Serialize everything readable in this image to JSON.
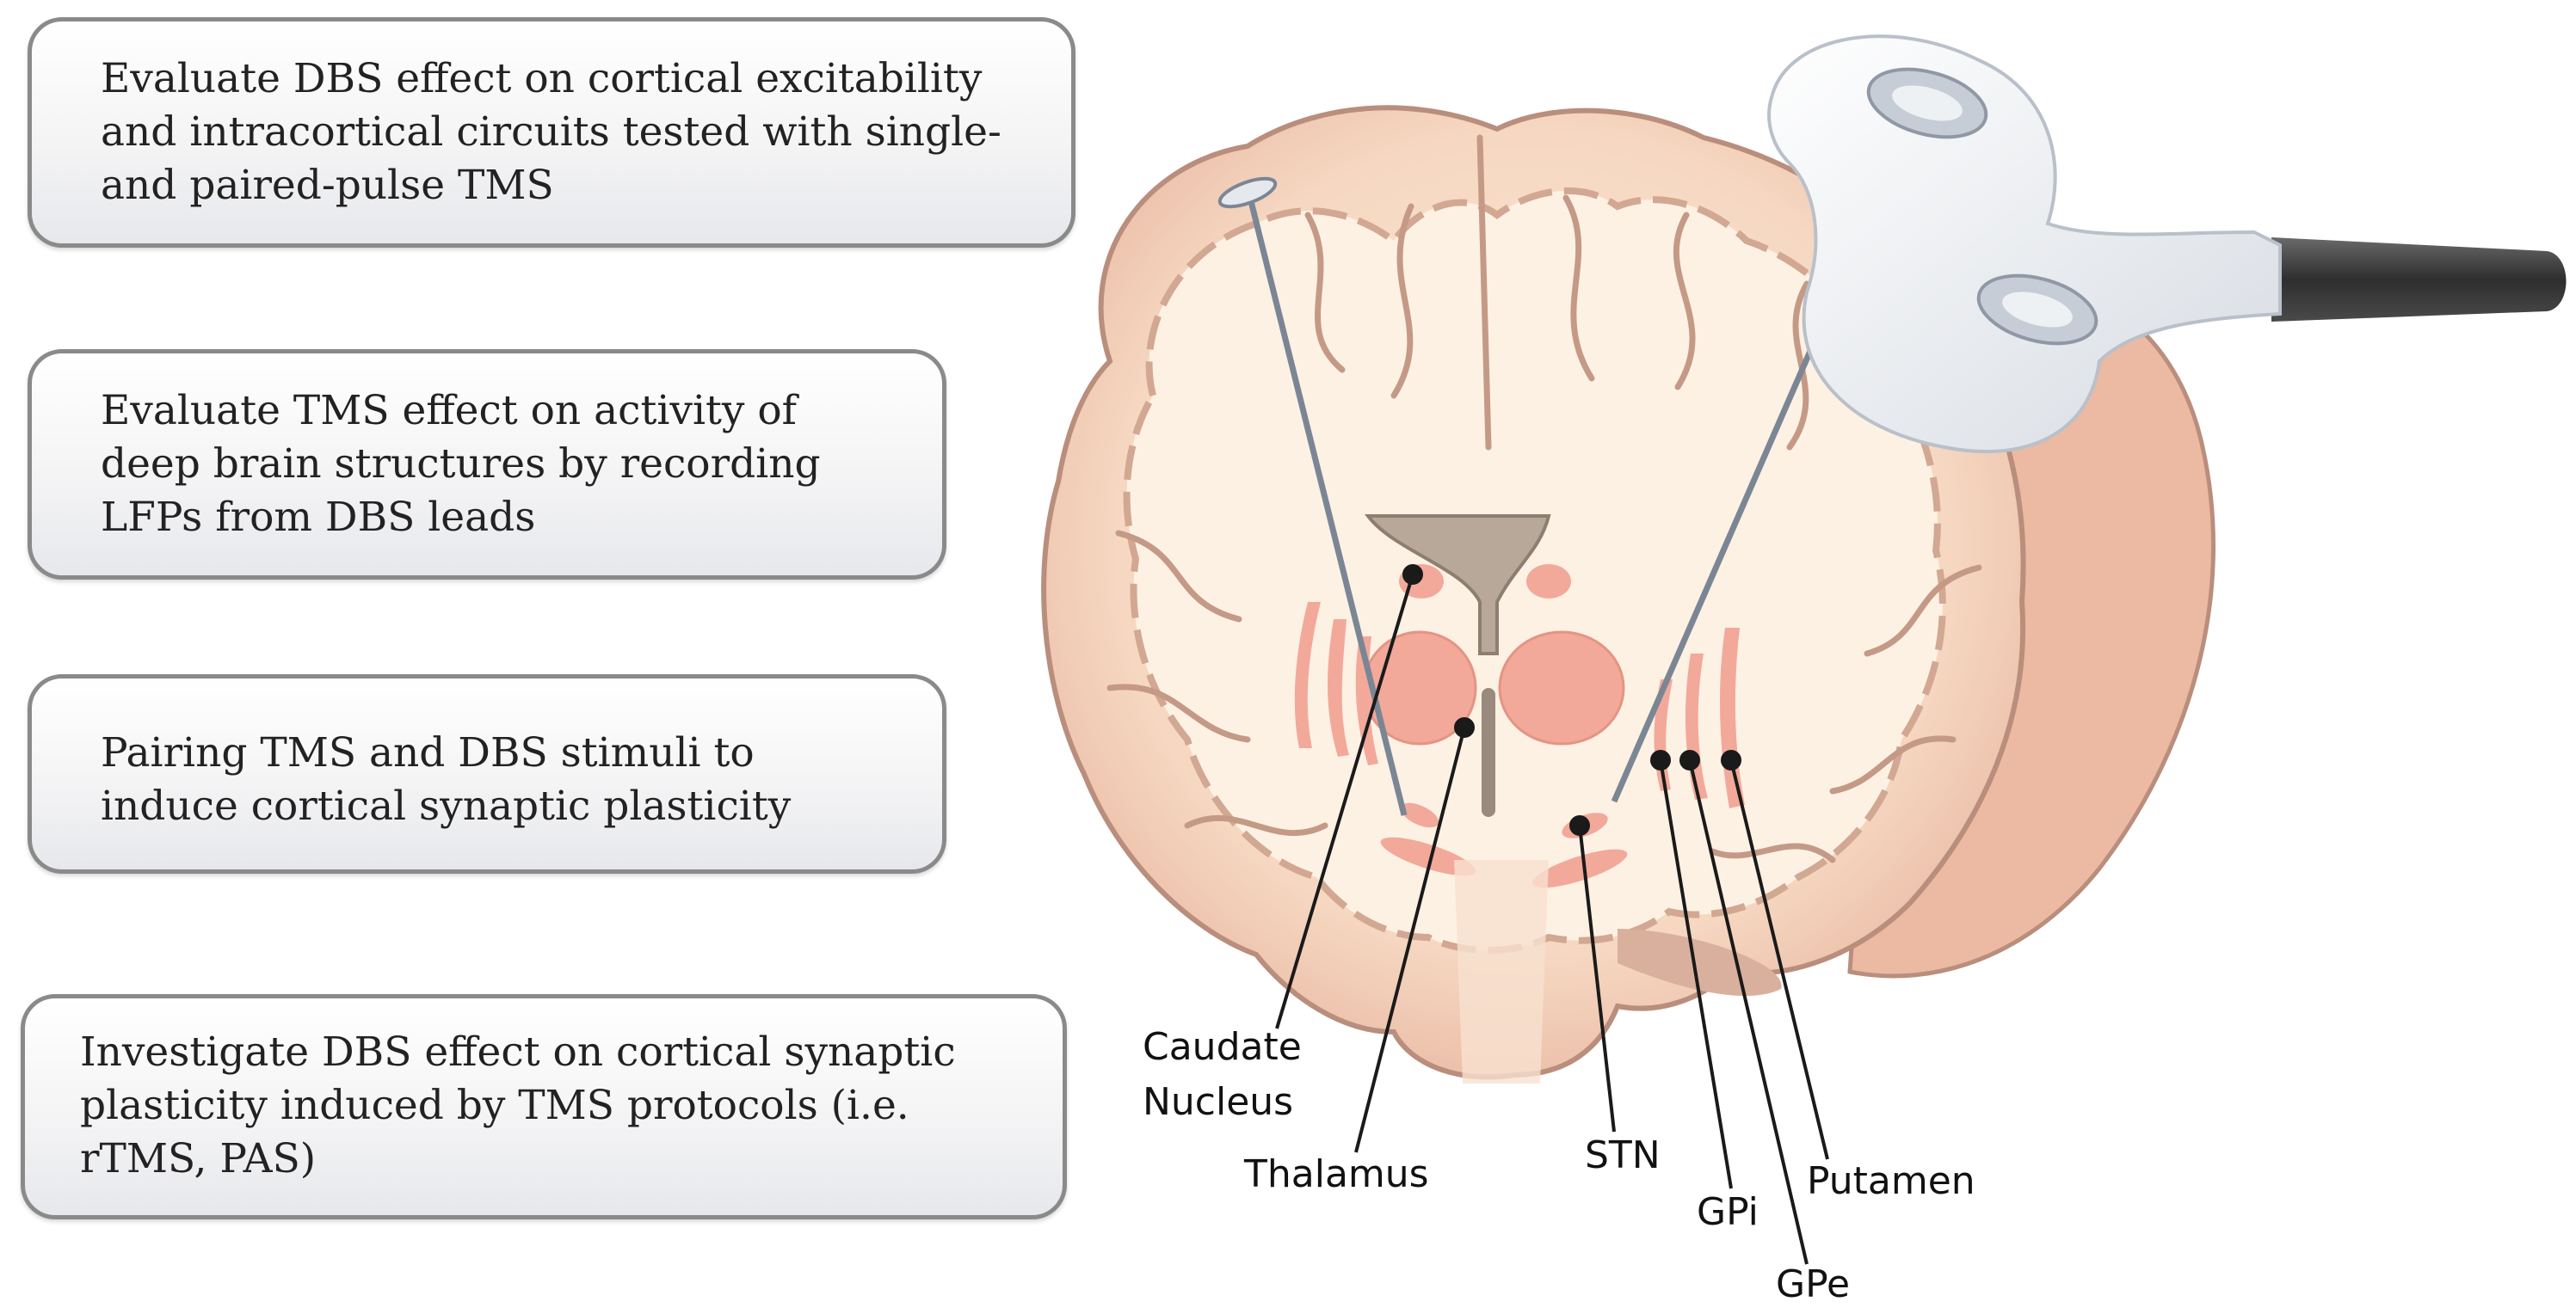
{
  "boxes": [
    {
      "lines": [
        "Evaluate DBS effect on cortical excitability",
        "and intracortical circuits tested with single-",
        "and paired-pulse TMS"
      ]
    },
    {
      "lines": [
        "Evaluate TMS effect on activity of",
        "deep brain structures by recording",
        "LFPs from DBS leads"
      ]
    },
    {
      "lines": [
        "Pairing TMS and DBS stimuli to",
        "induce cortical synaptic plasticity"
      ]
    },
    {
      "lines": [
        "Investigate DBS effect on cortical synaptic",
        "plasticity induced by TMS protocols (i.e.",
        "rTMS, PAS)"
      ]
    }
  ],
  "labels": {
    "caudate": "Caudate\nNucleus",
    "thalamus": "Thalamus",
    "stn": "STN",
    "gpi": "GPi",
    "gpe": "GPe",
    "putamen": "Putamen"
  },
  "colors": {
    "brain_fill": "#f7dcc8",
    "brain_outline": "#b98e7d",
    "deep_nuclei": "#f2a99a",
    "white_matter": "#fcebd9",
    "tms_coil": "#f1f3f6",
    "coil_handle": "#3c3c3c",
    "box_border": "#8a8a8a"
  },
  "icons": {
    "tms_coil": "figure-eight-coil-icon",
    "dbs_lead": "electrode-lead-icon"
  }
}
